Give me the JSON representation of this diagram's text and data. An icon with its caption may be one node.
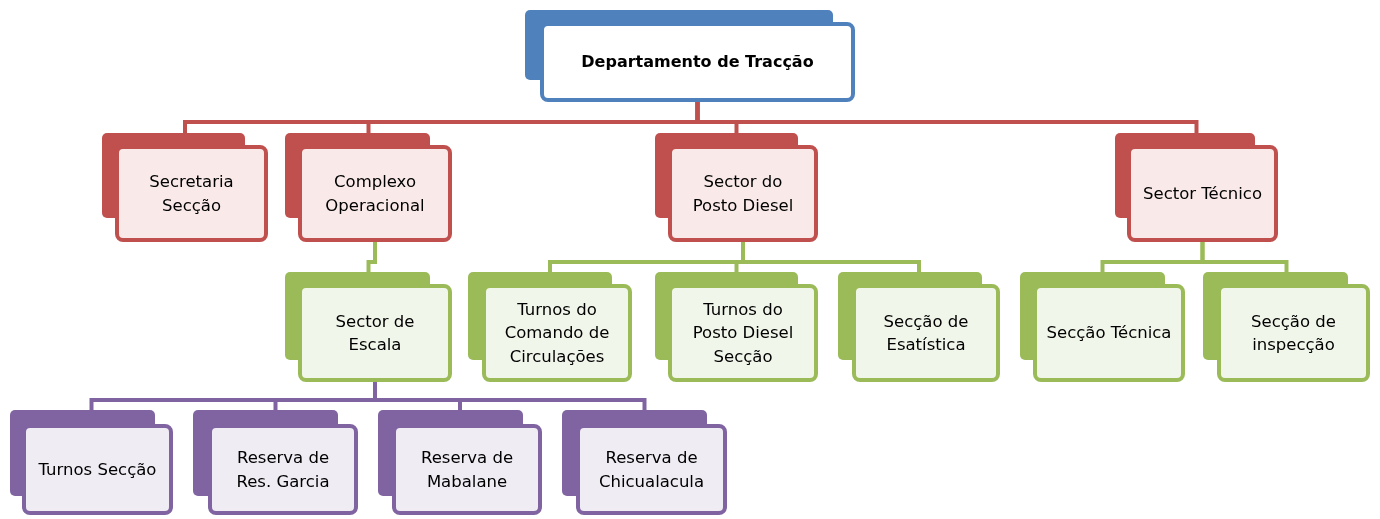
{
  "diagram": {
    "nodes": [
      {
        "text": [
          "Departamento de Tracção"
        ]
      },
      {
        "text": [
          "Secretaria Secção"
        ]
      },
      {
        "text": [
          "Complexo Operacional"
        ]
      },
      {
        "text": [
          "Sector do Posto Diesel"
        ]
      },
      {
        "text": [
          "Sector Técnico"
        ]
      },
      {
        "text": [
          "Sector de Escala"
        ]
      },
      {
        "text": [
          "Turnos do Comando de Circulações"
        ]
      },
      {
        "text": [
          "Turnos do Posto Diesel Secção"
        ]
      },
      {
        "text": [
          "Secção de Esatística"
        ]
      },
      {
        "text": [
          "Secção Técnica"
        ]
      },
      {
        "text": [
          "Secção de inspecção"
        ]
      },
      {
        "text": [
          "Turnos Secção"
        ]
      },
      {
        "text": [
          "Reserva de Res. Garcia"
        ]
      },
      {
        "text": [
          "Reserva de Mabalane"
        ]
      },
      {
        "text": [
          "Reserva de Chicualacula"
        ]
      }
    ],
    "edges": [
      {
        "from": 0,
        "to": 1,
        "arrow": "none",
        "color": "#c0504d"
      },
      {
        "from": 0,
        "to": 2,
        "arrow": "none",
        "color": "#c0504d"
      },
      {
        "from": 0,
        "to": 3,
        "arrow": "none",
        "color": "#c0504d"
      },
      {
        "from": 0,
        "to": 4,
        "arrow": "none",
        "color": "#c0504d"
      },
      {
        "from": 2,
        "to": 5,
        "arrow": "none"
      },
      {
        "from": 3,
        "to": 6,
        "arrow": "none"
      },
      {
        "from": 3,
        "to": 7,
        "arrow": "none"
      },
      {
        "from": 3,
        "to": 8,
        "arrow": "none"
      },
      {
        "from": 4,
        "to": 9,
        "arrow": "none"
      },
      {
        "from": 4,
        "to": 10,
        "arrow": "none"
      },
      {
        "from": 5,
        "to": 11,
        "arrow": "none",
        "color": "#8064a2"
      },
      {
        "from": 5,
        "to": 12,
        "arrow": "none",
        "color": "#8064a2"
      },
      {
        "from": 5,
        "to": 13,
        "arrow": "none",
        "color": "#8064a2"
      },
      {
        "from": 5,
        "to": 14,
        "arrow": "none",
        "color": "#8064a2"
      }
    ]
  }
}
